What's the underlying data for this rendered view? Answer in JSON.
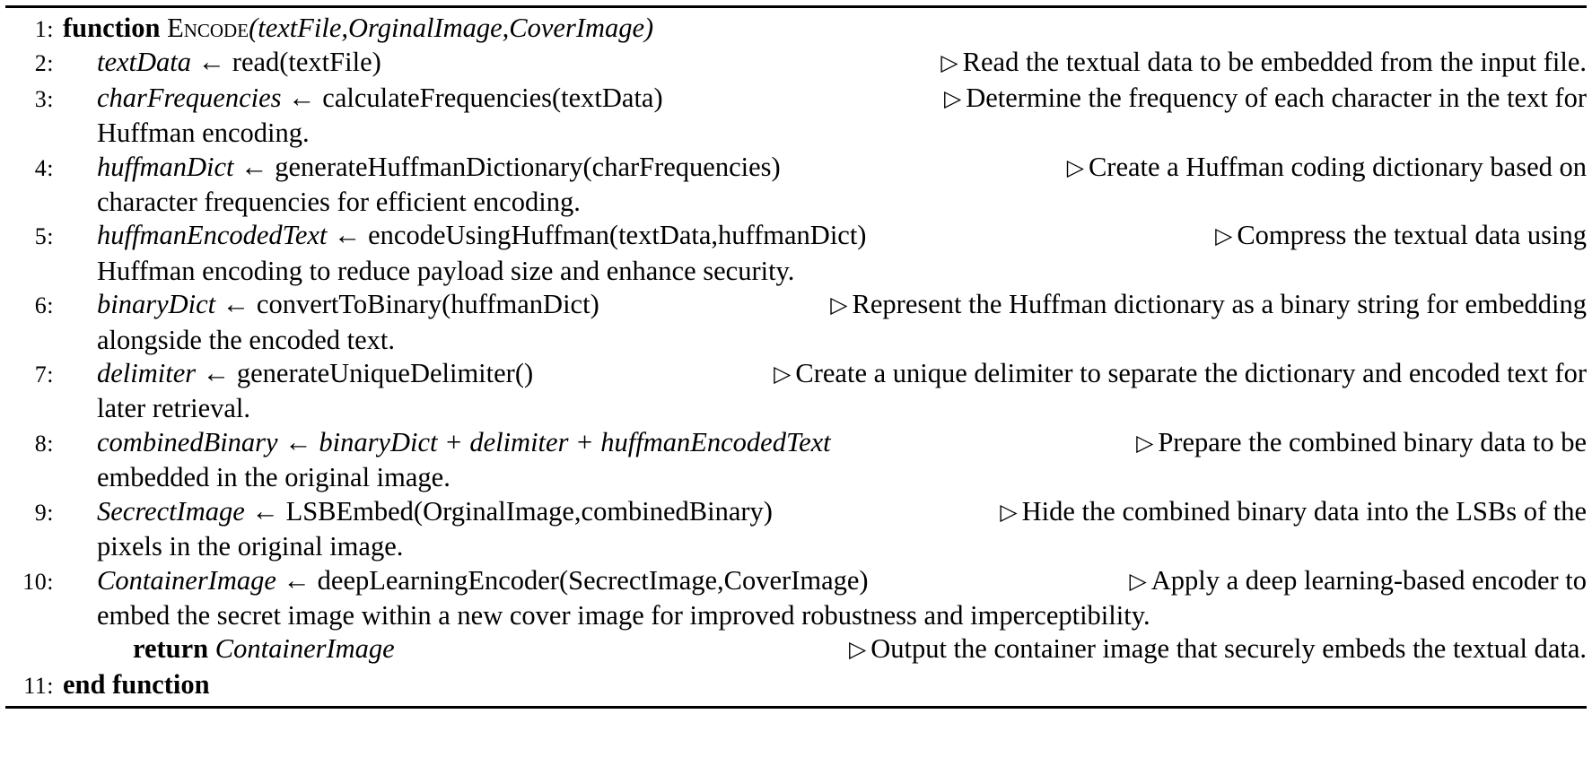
{
  "algorithm": {
    "name": "ENCODE",
    "marker_glyph": "▷",
    "assign_glyph": "←",
    "plus_glyph": "+",
    "rules": {
      "top": true,
      "bottom": true
    },
    "lines": [
      {
        "number": "1:",
        "indent": 0,
        "keyword": "function",
        "call_name": "Encode",
        "args": "(textFile,OrginalImage,CoverImage)",
        "code": "function Encode(textFile,OrginalImage,CoverImage)",
        "comment": "",
        "wrap": ""
      },
      {
        "number": "2:",
        "indent": 1,
        "target": "textData",
        "call": "read(textFile)",
        "code": "textData ← read(textFile)",
        "comment": "Read the textual data to be embedded from the input file.",
        "wrap": ""
      },
      {
        "number": "3:",
        "indent": 1,
        "target": "charFrequencies",
        "call": "calculateFrequencies(textData)",
        "code": "charFrequencies ← calculateFrequencies(textData)",
        "comment": "Determine the frequency of each character in the text for",
        "wrap": "Huffman encoding."
      },
      {
        "number": "4:",
        "indent": 1,
        "target": "huffmanDict",
        "call": "generateHuffmanDictionary(charFrequencies)",
        "code": "huffmanDict ← generateHuffmanDictionary(charFrequencies)",
        "comment": "Create a Huffman coding dictionary based on",
        "wrap": "character frequencies for efficient encoding."
      },
      {
        "number": "5:",
        "indent": 1,
        "target": "huffmanEncodedText",
        "call": "encodeUsingHuffman(textData,huffmanDict)",
        "code": "huffmanEncodedText ← encodeUsingHuffman(textData,huffmanDict)",
        "comment": "Compress the textual data using",
        "wrap": "Huffman encoding to reduce payload size and enhance security."
      },
      {
        "number": "6:",
        "indent": 1,
        "target": "binaryDict",
        "call": "convertToBinary(huffmanDict)",
        "code": "binaryDict ← convertToBinary(huffmanDict)",
        "comment": "Represent the Huffman dictionary as a binary string for embedding",
        "wrap": "alongside the encoded text."
      },
      {
        "number": "7:",
        "indent": 1,
        "target": "delimiter",
        "call": "generateUniqueDelimiter()",
        "code": "delimiter ← generateUniqueDelimiter()",
        "comment": "Create a unique delimiter to separate the dictionary and encoded text for",
        "wrap": "later retrieval."
      },
      {
        "number": "8:",
        "indent": 1,
        "target": "combinedBinary",
        "call": "binaryDict + delimiter + huffmanEncodedText",
        "code": "combinedBinary ← binaryDict + delimiter + huffmanEncodedText",
        "comment": "Prepare the combined binary data to be",
        "wrap": "embedded in the original image."
      },
      {
        "number": "9:",
        "indent": 1,
        "target": "SecrectImage",
        "call": "LSBEmbed(OrginalImage,combinedBinary)",
        "code": "SecrectImage ← LSBEmbed(OrginalImage,combinedBinary)",
        "comment": "Hide the combined binary data into the LSBs of the",
        "wrap": "pixels in the original image."
      },
      {
        "number": "10:",
        "indent": 1,
        "target": "ContainerImage",
        "call": "deepLearningEncoder(SecrectImage,CoverImage)",
        "code": "ContainerImage ← deepLearningEncoder(SecrectImage,CoverImage)",
        "comment": "Apply a deep learning-based encoder to",
        "wrap": "embed the secret image within a new cover image for improved robustness and imperceptibility."
      },
      {
        "number": "",
        "indent": 2,
        "keyword": "return",
        "target": "ContainerImage",
        "code": "return ContainerImage",
        "comment": "Output the container image that securely embeds the textual data.",
        "wrap": ""
      },
      {
        "number": "11:",
        "indent": 0,
        "keyword": "end function",
        "code": "end function",
        "comment": "",
        "wrap": ""
      }
    ]
  }
}
